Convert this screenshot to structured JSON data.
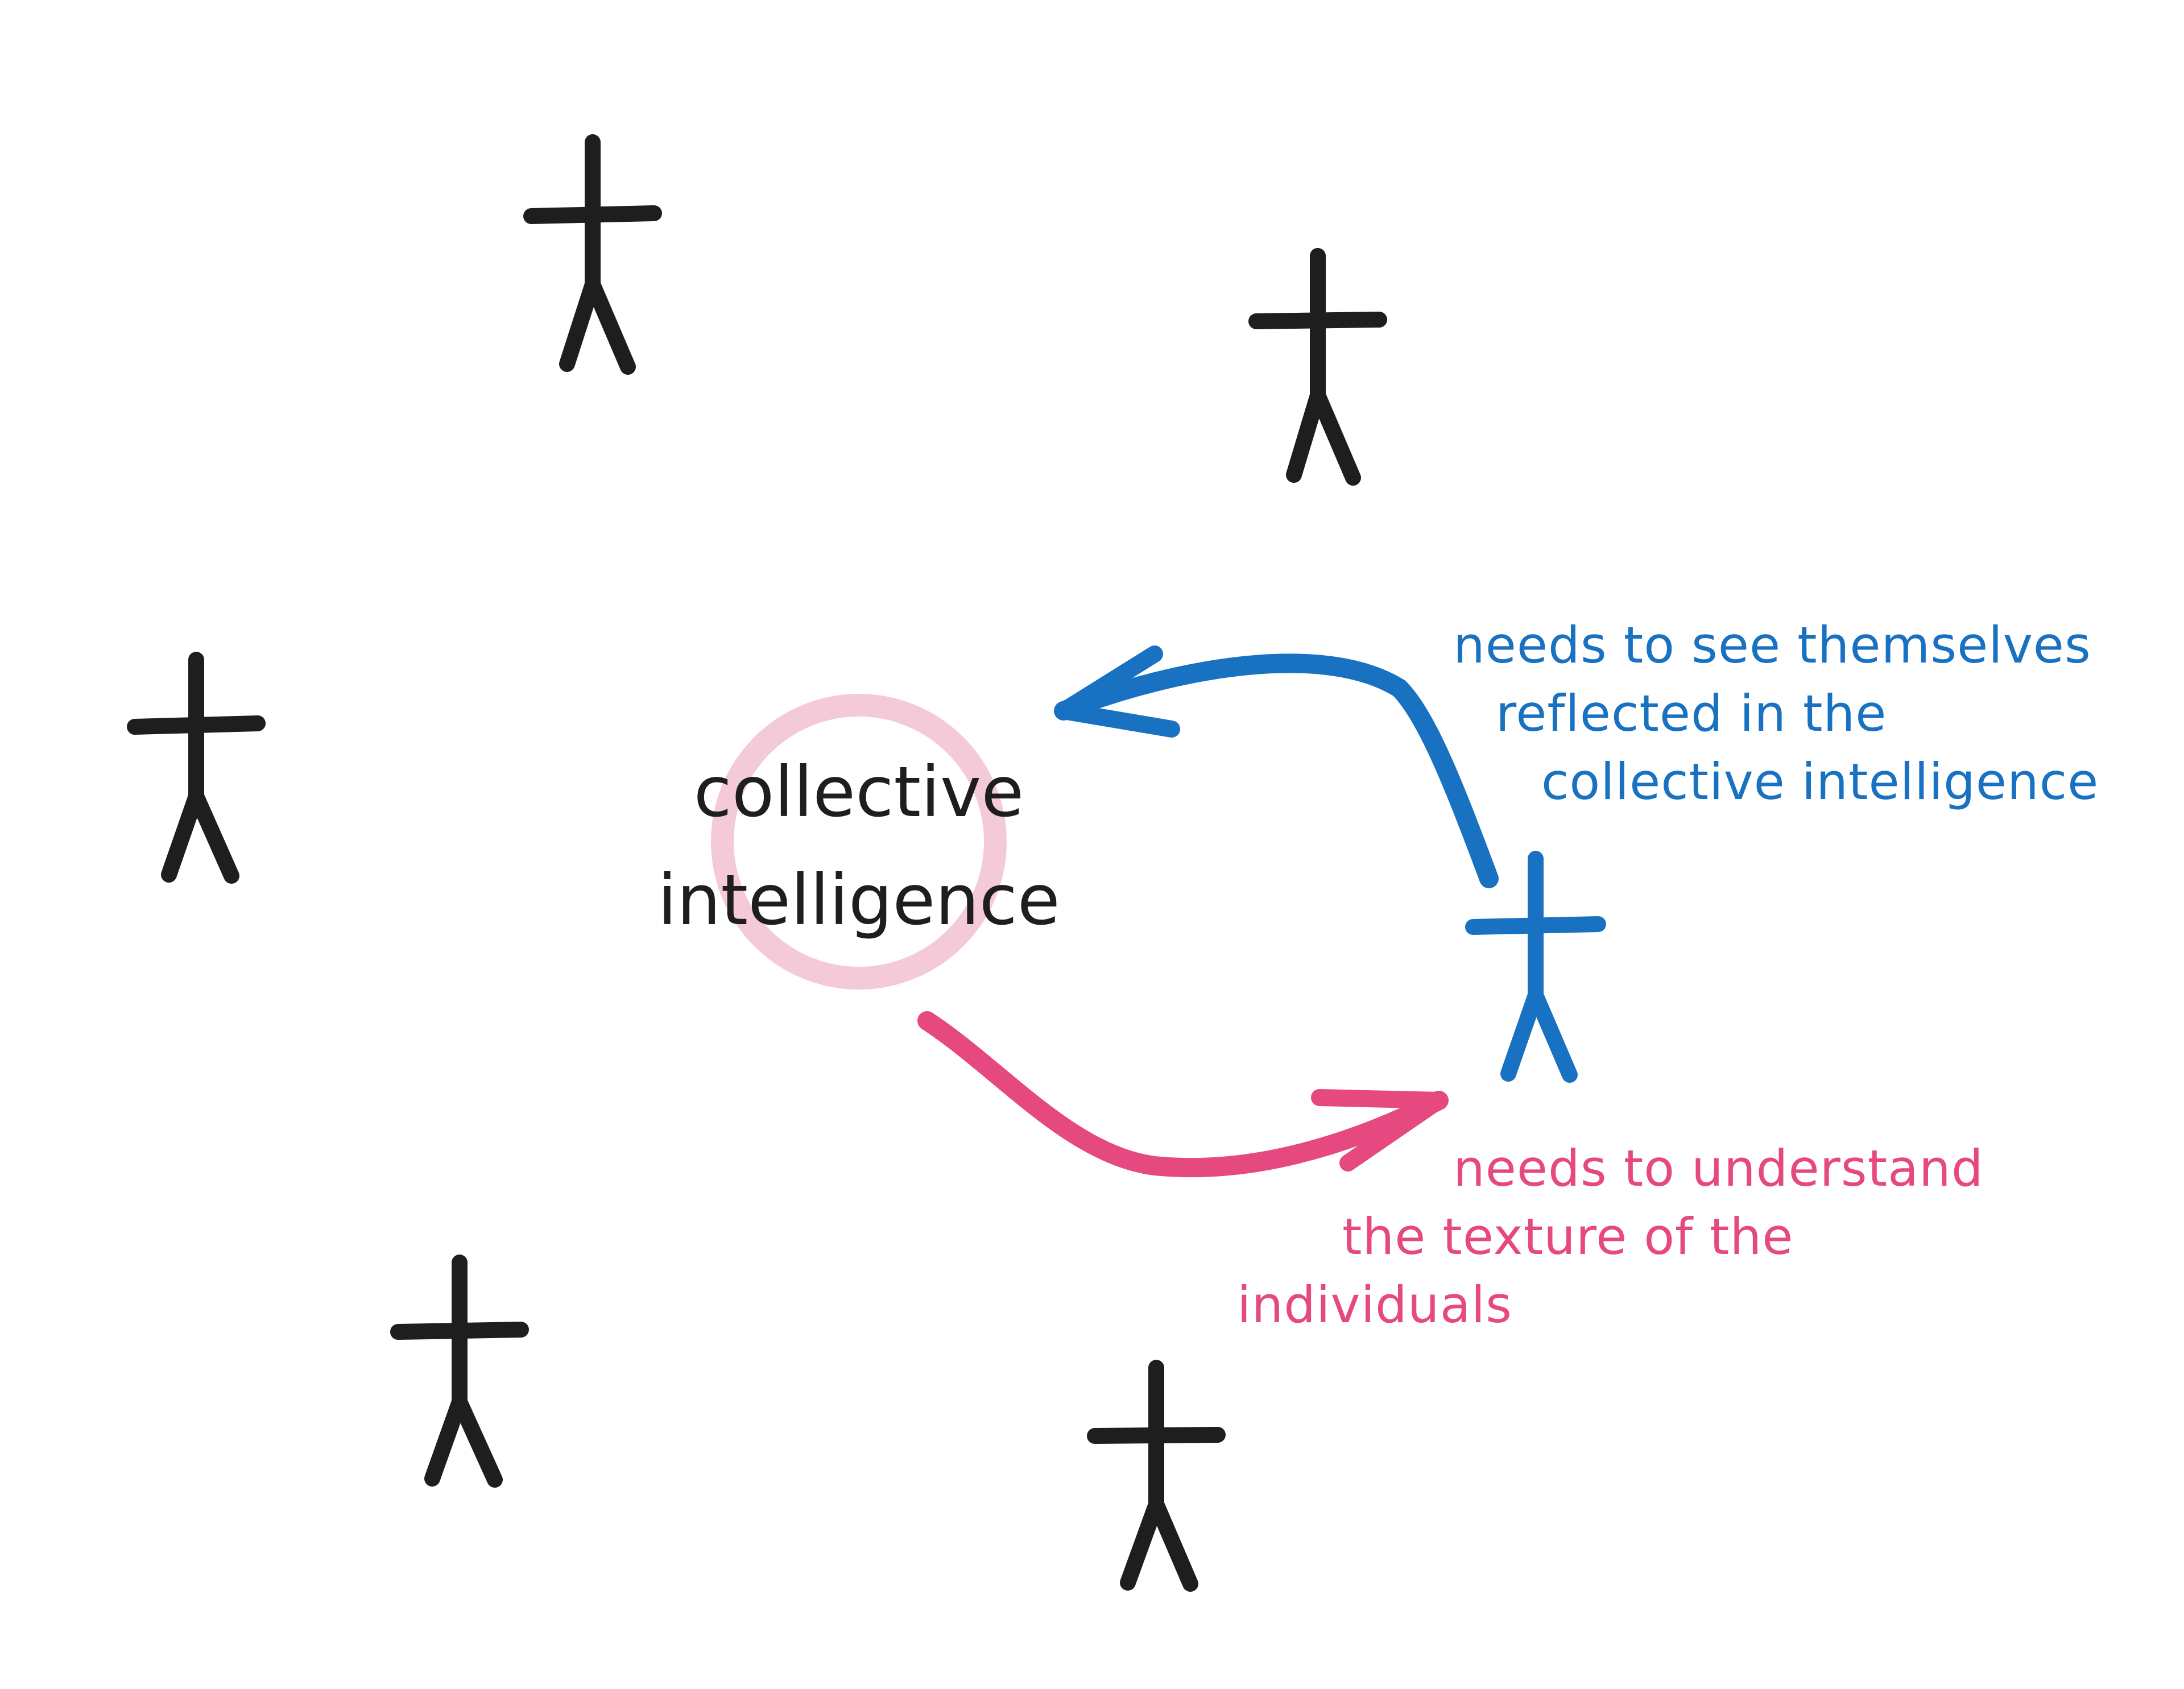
{
  "colors": {
    "ink": "#1e1e1e",
    "blue": "#1971c2",
    "pink": "#e64980",
    "circle": "#f4c7d6",
    "background": "#ffffff"
  },
  "center": {
    "line1": "collective",
    "line2": "intelligence"
  },
  "blue_note": {
    "line1": "needs to see themselves",
    "line2": "reflected in the",
    "line3": "collective intelligence"
  },
  "pink_note": {
    "line1": "needs to understand",
    "line2": "the texture of the",
    "line3": "individuals"
  },
  "figures": [
    {
      "name": "stick-figure-top-left",
      "color": "ink"
    },
    {
      "name": "stick-figure-top-right",
      "color": "ink"
    },
    {
      "name": "stick-figure-left",
      "color": "ink"
    },
    {
      "name": "stick-figure-bottom-left",
      "color": "ink"
    },
    {
      "name": "stick-figure-bottom-center",
      "color": "ink"
    },
    {
      "name": "stick-figure-highlighted",
      "color": "blue"
    }
  ],
  "arrows": [
    {
      "name": "arrow-individual-to-collective",
      "color": "blue"
    },
    {
      "name": "arrow-collective-to-individual",
      "color": "pink"
    }
  ]
}
